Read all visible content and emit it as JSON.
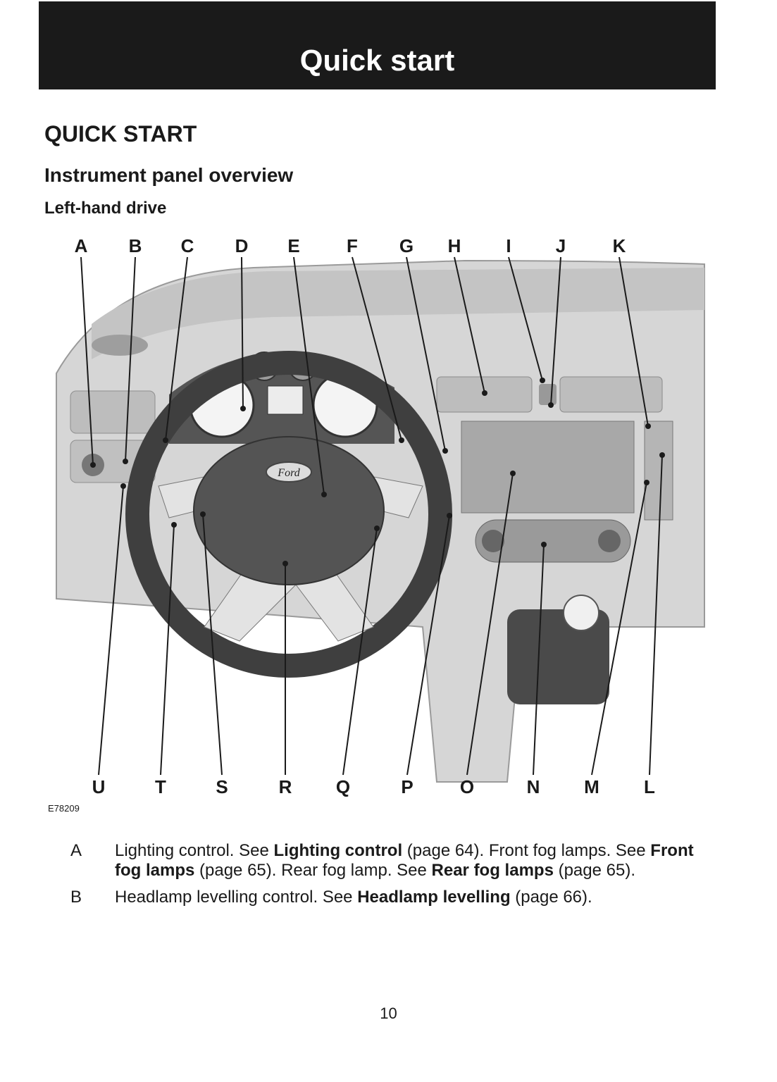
{
  "header": {
    "title": "Quick start"
  },
  "section_title": "QUICK START",
  "subsection_title": "Instrument panel overview",
  "subsubsection_title": "Left-hand drive",
  "figure": {
    "top_callouts": [
      "A",
      "B",
      "C",
      "D",
      "E",
      "F",
      "G",
      "H",
      "I",
      "J",
      "K"
    ],
    "bottom_callouts": [
      "U",
      "T",
      "S",
      "R",
      "Q",
      "P",
      "O",
      "N",
      "M",
      "L"
    ],
    "logo_text": "Ford",
    "figure_id": "E78209"
  },
  "legend": [
    {
      "letter": "A",
      "p1": "Lighting control.  See ",
      "b1": "Lighting control",
      "p2": " (page 64).  Front fog lamps.  See ",
      "b2": "Front fog lamps",
      "p3": " (page 65).  Rear fog lamp.  See ",
      "b3": "Rear fog lamps",
      "p4": " (page 65)."
    },
    {
      "letter": "B",
      "p1": "Headlamp levelling control.  See ",
      "b1": "Headlamp levelling",
      "p2": " (page 66)."
    }
  ],
  "page_number": "10"
}
